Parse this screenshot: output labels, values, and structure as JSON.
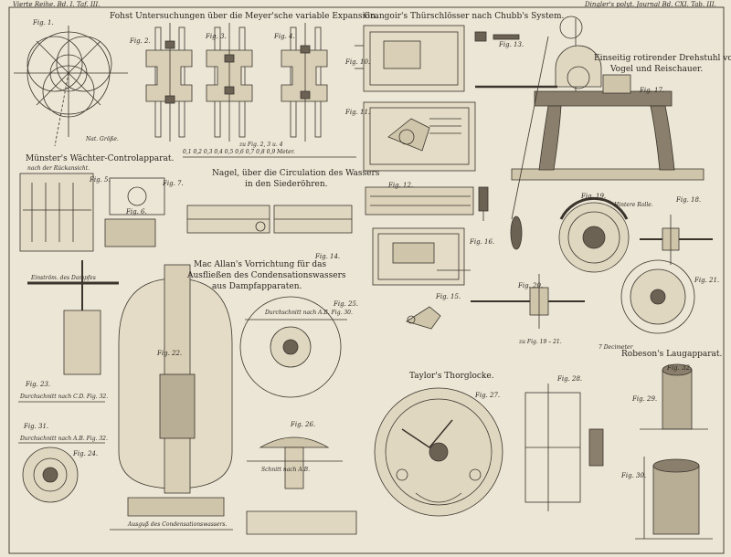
{
  "header": {
    "left": "Vierte Reihe. Bd. I. Taf. III.",
    "right": "Dingler's polyt. Journal Bd. CXI. Tab. III."
  },
  "titles": {
    "meyer": "Fohst Untersuchungen über die Meyer'sche variable Expansion.",
    "grangoir": "Grangoir's Thürschlösser nach Chubb's System.",
    "drehstuhl_1": "Einseitig rotirender Drehstuhl von",
    "drehstuhl_2": "Vogel und Reischauer.",
    "muenster": "Münster's Wächter-Controlapparat.",
    "nagel_1": "Nagel, über die Circulation des Wassers",
    "nagel_2": "in den Siederöhren.",
    "allan_1": "Mac Allan's Vorrichtung für das",
    "allan_2": "Ausfließen des Condensationswassers",
    "allan_3": "aus Dampfapparaten.",
    "taylor": "Taylor's Thorglocke.",
    "robeson": "Robeson's Laugapparat."
  },
  "figs": {
    "f1": "Fig. 1.",
    "f2": "Fig. 2.",
    "f3": "Fig. 3.",
    "f4": "Fig. 4.",
    "f5": "Fig. 5.",
    "f6": "Fig. 6.",
    "f7": "Fig. 7.",
    "f10": "Fig. 10.",
    "f11": "Fig. 11.",
    "f12": "Fig. 12.",
    "f13": "Fig. 13.",
    "f14": "Fig. 14.",
    "f15": "Fig. 15.",
    "f16": "Fig. 16.",
    "f17": "Fig. 17.",
    "f18": "Fig. 18.",
    "f19": "Fig. 19.",
    "f20": "Fig. 20.",
    "f21": "Fig. 21.",
    "f22": "Fig. 22.",
    "f23": "Fig. 23.",
    "f24": "Fig. 24.",
    "f25": "Fig. 25.",
    "f26": "Fig. 26.",
    "f27": "Fig. 27.",
    "f28": "Fig. 28.",
    "f29": "Fig. 29.",
    "f30": "Fig. 30.",
    "f31": "Fig. 31.",
    "f32": "Fig. 32."
  },
  "notes": {
    "scale_row": "0,1   0,2   0,3   0,4   0,5   0,6   0,7   0,8   0,9  Meter.",
    "fig_2_3_4": "zu Fig. 2, 3 u. 4",
    "natgroesse": "Nat. Größe.",
    "rueckansicht": "nach der Rückansicht.",
    "hintere_rolle": "Hintere Rolle.",
    "fig19_20": "zu Fig. 19 – 21.",
    "durchmesser": "7 Decimeter",
    "schnitt_ab_31": "Durchschnitt nach A.B. Fig. 30.",
    "schnitt_cd_32": "Durchschnitt nach C.D. Fig. 32.",
    "schnitt_ab_32": "Durchschnitt nach A.B. Fig. 32.",
    "auslass": "Ausguß des Condensationswassers.",
    "dampfrohr": "Einström. des Dampfes",
    "schnitt_ab": "Schnitt nach A.B."
  }
}
